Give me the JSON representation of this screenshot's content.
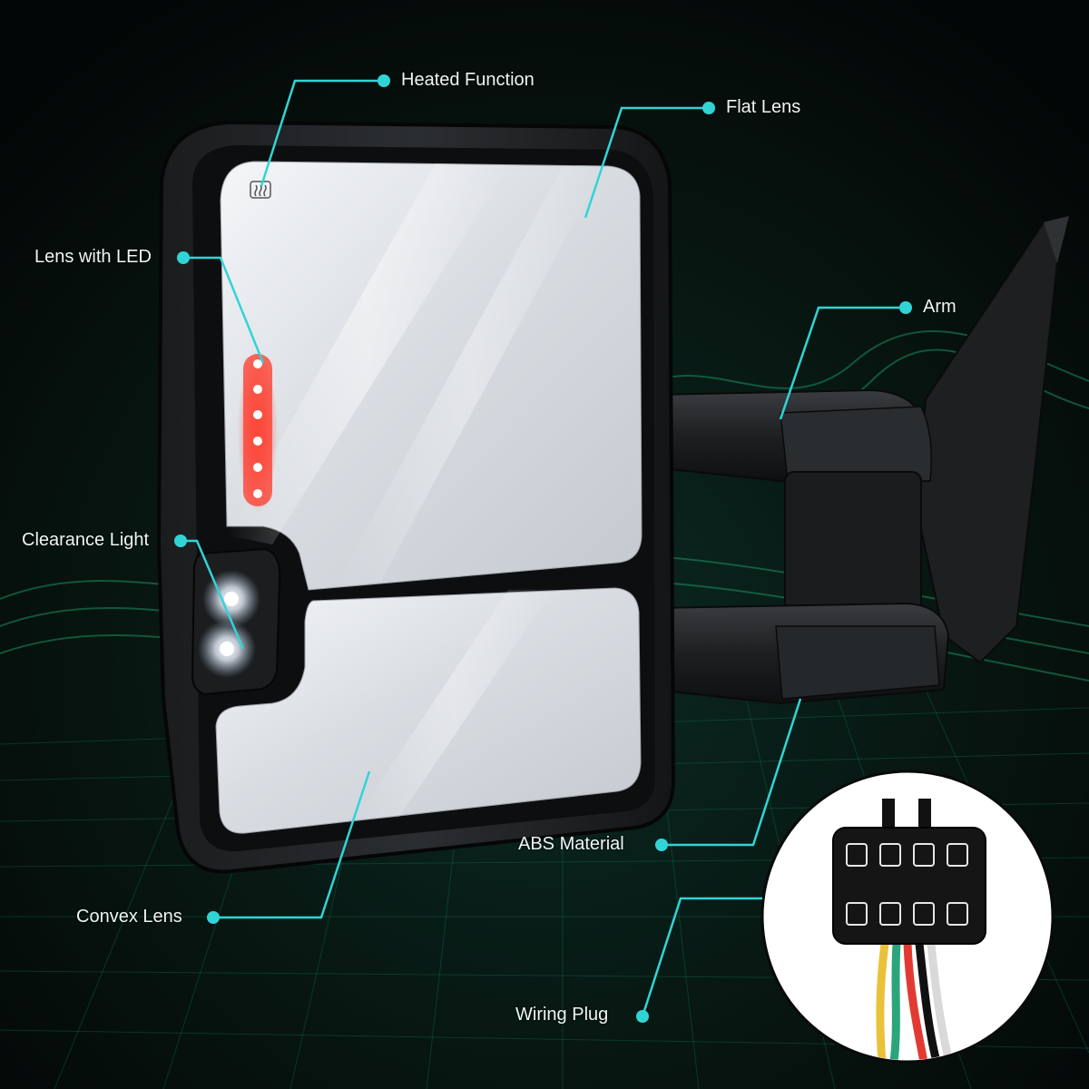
{
  "callouts": {
    "heated_function": "Heated Function",
    "flat_lens": "Flat Lens",
    "lens_with_led": "Lens with LED",
    "arm": "Arm",
    "clearance_light": "Clearance Light",
    "abs_material": "ABS Material",
    "convex_lens": "Convex Lens",
    "wiring_plug": "Wiring Plug"
  },
  "colors": {
    "callout_line": "#31d4d6",
    "background": "#050a0a",
    "grid_glow": "#0f7a5a",
    "led": "#ff3a2a",
    "wire_colors": [
      "#e9c23a",
      "#2aa57c",
      "#e23a32",
      "#111111",
      "#d9d9d9"
    ]
  },
  "icons": {
    "heated": "heated-mirror-icon"
  }
}
